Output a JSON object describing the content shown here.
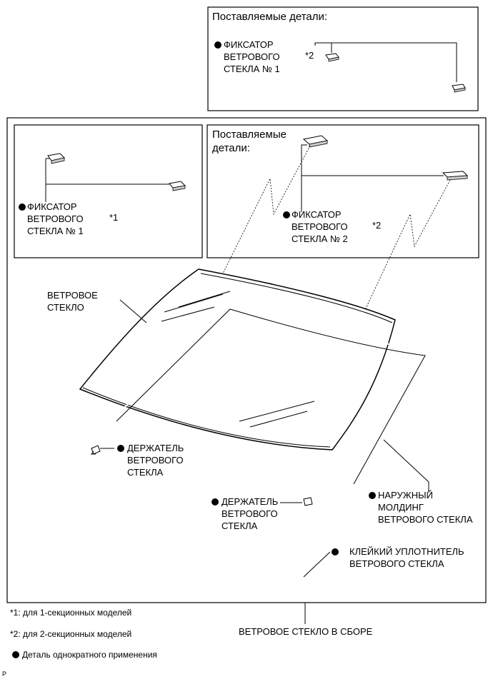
{
  "top_box": {
    "title": "Поставляемые детали:",
    "part_lines": [
      "ФИКСАТОР",
      "ВЕТРОВОГО",
      "СТЕКЛА № 1"
    ],
    "ref": "*2"
  },
  "inner_left_box": {
    "part_lines": [
      "ФИКСАТОР",
      "ВЕТРОВОГО",
      "СТЕКЛА № 1"
    ],
    "ref": "*1"
  },
  "inner_right_box": {
    "title_lines": [
      "Поставляемые",
      "детали:"
    ],
    "part_lines": [
      "ФИКСАТОР",
      "ВЕТРОВОГО",
      "СТЕКЛА № 2"
    ],
    "ref": "*2"
  },
  "labels": {
    "windshield": [
      "ВЕТРОВОЕ",
      "СТЕКЛО"
    ],
    "holder_left": [
      "ДЕРЖАТЕЛЬ",
      "ВЕТРОВОГО",
      "СТЕКЛА"
    ],
    "holder_center": [
      "ДЕРЖАТЕЛЬ",
      "ВЕТРОВОГО",
      "СТЕКЛА"
    ],
    "outer_molding": [
      "НАРУЖНЫЙ",
      "МОЛДИНГ",
      "ВЕТРОВОГО СТЕКЛА"
    ],
    "dam": [
      "КЛЕЙКИЙ УПЛОТНИТЕЛЬ",
      "ВЕТРОВОГО СТЕКЛА"
    ]
  },
  "legend": {
    "note1": "*1:  для 1-секционных моделей",
    "note2": "*2:  для 2-секционных моделей",
    "non_reusable": "Деталь однократного применения",
    "assembly": "ВЕТРОВОЕ СТЕКЛО В СБОРЕ",
    "corner_mark": "P"
  }
}
